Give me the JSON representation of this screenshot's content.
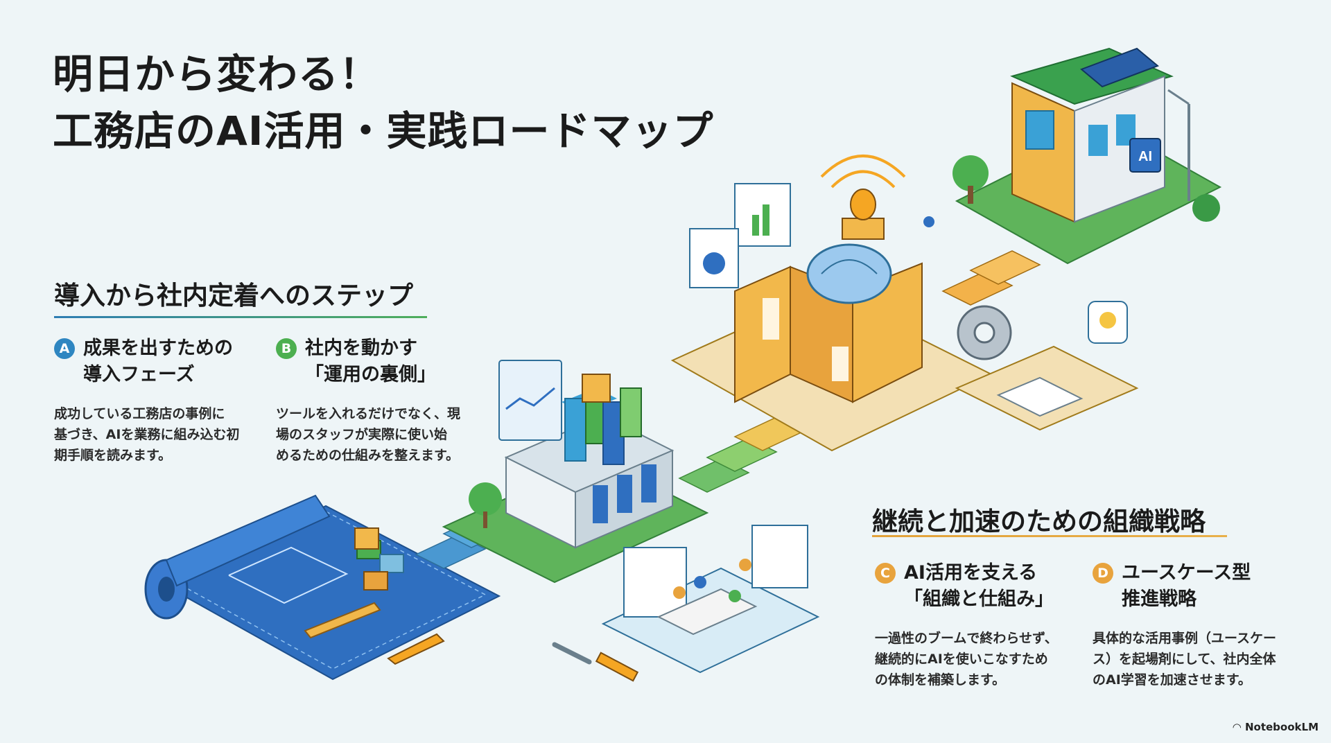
{
  "title": {
    "line1": "明日から変わる！",
    "line2": "工務店のAI活用・実践ロードマップ"
  },
  "left_section": {
    "heading": "導入から社内定着へのステップ",
    "steps": [
      {
        "badge": "A",
        "color": "#2e86c1",
        "title": "成果を出すための\n導入フェーズ",
        "desc": "成功している工務店の事例に\n基づき、AIを業務に組み込む初\n期手順を読みます。"
      },
      {
        "badge": "B",
        "color": "#4caf50",
        "title": "社内を動かす\n「運用の裏側」",
        "desc": "ツールを入れるだけでなく、現\n場のスタッフが実際に使い始\nめるための仕組みを整えます。"
      }
    ]
  },
  "right_section": {
    "heading": "継続と加速のための組織戦略",
    "steps": [
      {
        "badge": "C",
        "color": "#e8a33d",
        "title": "AI活用を支える\n「組織と仕組み」",
        "desc": "一過性のブームで終わらせず、\n継続的にAIを使いこなすため\nの体制を補築します。"
      },
      {
        "badge": "D",
        "color": "#e8a33d",
        "title": "ユースケース型\n推進戦略",
        "desc": "具体的な活用事例（ユースケー\nス）を起場剤にして、社内全体\nのAI学習を加速させます。"
      }
    ]
  },
  "illustration": {
    "building_badge": "AI"
  },
  "footer": {
    "brand": "NotebookLM"
  }
}
